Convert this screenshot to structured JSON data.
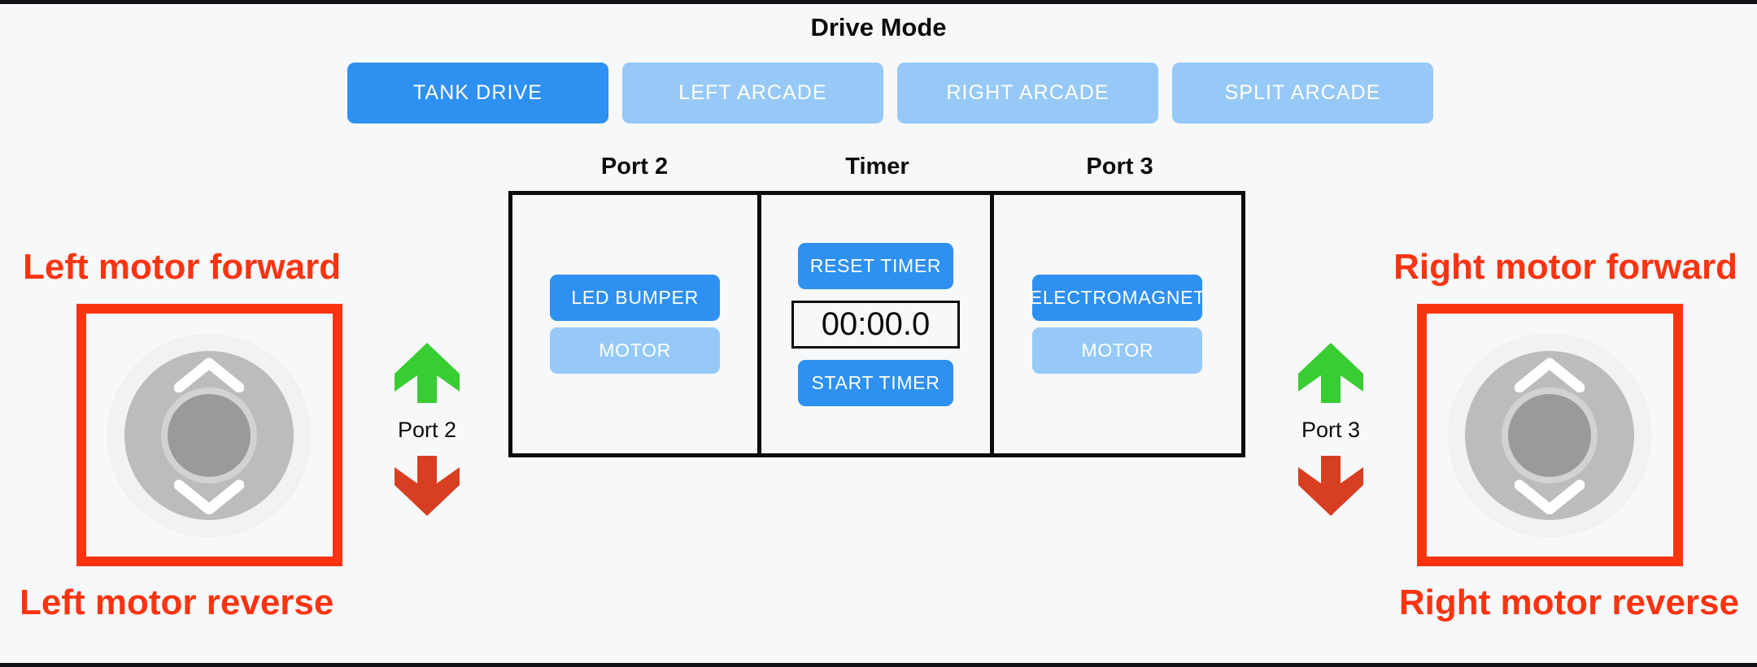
{
  "colors": {
    "background": "#f7f8fa",
    "accent_blue": "#2e90f0",
    "muted_blue": "#96c9f7",
    "alert_red": "#fa3411",
    "arrow_green": "#39cc33",
    "arrow_red": "#d83f22",
    "panel_border": "#0b0c0e"
  },
  "drive_mode": {
    "title": "Drive Mode",
    "buttons": [
      {
        "label": "TANK DRIVE",
        "active": true
      },
      {
        "label": "LEFT ARCADE",
        "active": false
      },
      {
        "label": "RIGHT ARCADE",
        "active": false
      },
      {
        "label": "SPLIT ARCADE",
        "active": false
      }
    ]
  },
  "center_panel": {
    "columns": [
      {
        "label": "Port 2"
      },
      {
        "label": "Timer"
      },
      {
        "label": "Port 3"
      }
    ],
    "port2": {
      "buttons": [
        {
          "label": "LED BUMPER",
          "style": "primary"
        },
        {
          "label": "MOTOR",
          "style": "muted"
        }
      ]
    },
    "timer": {
      "reset_label": "RESET TIMER",
      "display_value": "00:00.0",
      "start_label": "START TIMER"
    },
    "port3": {
      "buttons": [
        {
          "label": "ELECTROMAGNET",
          "style": "primary"
        },
        {
          "label": "MOTOR",
          "style": "muted"
        }
      ]
    }
  },
  "arrows": {
    "left": {
      "port_label": "Port 2",
      "up_icon": "arrow-up-icon",
      "down_icon": "arrow-down-icon"
    },
    "right": {
      "port_label": "Port 3",
      "up_icon": "arrow-up-icon",
      "down_icon": "arrow-down-icon"
    }
  },
  "joysticks": {
    "left": {
      "forward_label": "Left motor forward",
      "reverse_label": "Left motor reverse",
      "up_icon": "chevron-up-icon",
      "down_icon": "chevron-down-icon"
    },
    "right": {
      "forward_label": "Right motor forward",
      "reverse_label": "Right motor reverse",
      "up_icon": "chevron-up-icon",
      "down_icon": "chevron-down-icon"
    }
  }
}
